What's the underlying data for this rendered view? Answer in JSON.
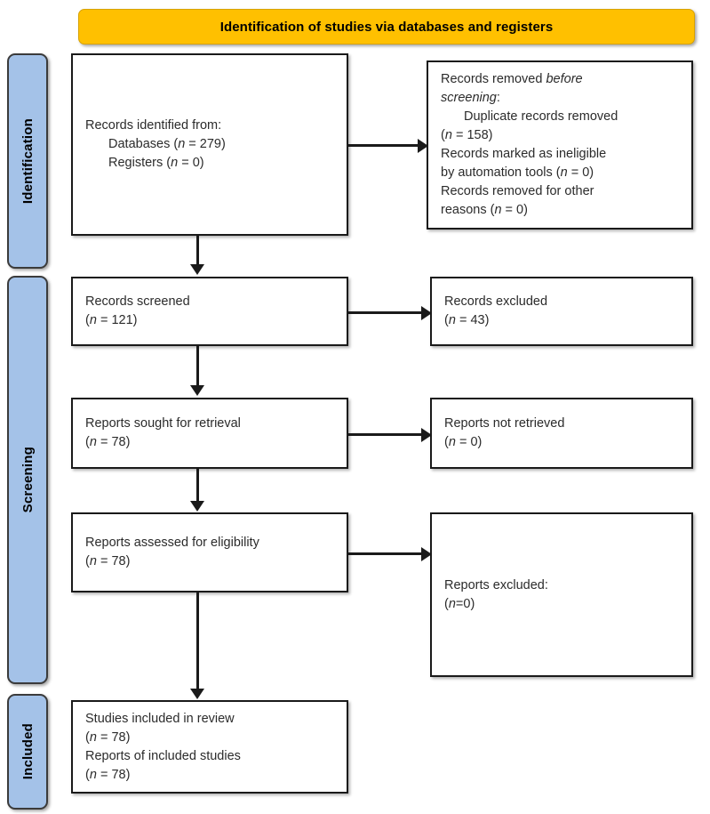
{
  "banner": {
    "title": "Identification of studies via databases and registers"
  },
  "colors": {
    "banner_fill": "#FFC000",
    "stage_fill": "#A4C2E8",
    "box_border": "#1a1a1a",
    "text": "#2b2b2b"
  },
  "stages": [
    {
      "label": "Identification"
    },
    {
      "label": "Screening"
    },
    {
      "label": "Included"
    }
  ],
  "boxes": {
    "identified": {
      "line1": "Records identified from:",
      "line2": "Databases (",
      "line2_n": "n",
      "line2_end": " = 279)",
      "line3": "Registers (",
      "line3_n": "n",
      "line3_end": " = 0)"
    },
    "removed": {
      "line1a": "Records removed ",
      "line1b": "before",
      "line2a": "screening",
      "line2b": ":",
      "line3": "Duplicate records removed",
      "line4a": "(",
      "line4b": "n",
      "line4c": " = 158)",
      "line5": "Records marked as ineligible",
      "line6a": "by automation tools (",
      "line6b": "n",
      "line6c": " = 0)",
      "line7": "Records removed for other",
      "line8a": "reasons (",
      "line8b": "n",
      "line8c": " = 0)"
    },
    "screened": {
      "line1": "Records screened",
      "line2a": "(",
      "line2b": "n",
      "line2c": " = 121)"
    },
    "records_excluded": {
      "line1": "Records excluded",
      "line2a": "(",
      "line2b": "n",
      "line2c": " = 43)"
    },
    "sought": {
      "line1": "Reports sought for retrieval",
      "line2a": "(",
      "line2b": "n",
      "line2c": " = 78)"
    },
    "not_retrieved": {
      "line1": "Reports not retrieved",
      "line2a": "(",
      "line2b": "n",
      "line2c": " = 0)"
    },
    "assessed": {
      "line1": "Reports assessed for eligibility",
      "line2a": "(",
      "line2b": "n",
      "line2c": " = 78)"
    },
    "reports_excluded": {
      "line1": "Reports excluded:",
      "line2a": "(",
      "line2b": "n",
      "line2c": "=0)"
    },
    "included": {
      "line1": "Studies included in review",
      "line2a": "(",
      "line2b": "n",
      "line2c": " = 78)",
      "line3": "Reports of included studies",
      "line4a": "(",
      "line4b": "n",
      "line4c": " = 78)"
    }
  },
  "chart_data": {
    "type": "diagram",
    "title": "Identification of studies via databases and registers",
    "stages": [
      "Identification",
      "Screening",
      "Included"
    ],
    "nodes": [
      {
        "id": "identified",
        "stage": "Identification",
        "label": "Records identified from: Databases (n = 279); Registers (n = 0)",
        "values": {
          "databases": 279,
          "registers": 0
        }
      },
      {
        "id": "removed",
        "stage": "Identification",
        "label": "Records removed before screening: Duplicate records removed (n = 158); Records marked as ineligible by automation tools (n = 0); Records removed for other reasons (n = 0)",
        "values": {
          "duplicates": 158,
          "automation_ineligible": 0,
          "other_reasons": 0
        }
      },
      {
        "id": "screened",
        "stage": "Screening",
        "label": "Records screened (n = 121)",
        "values": {
          "n": 121
        }
      },
      {
        "id": "records_excluded",
        "stage": "Screening",
        "label": "Records excluded (n = 43)",
        "values": {
          "n": 43
        }
      },
      {
        "id": "sought",
        "stage": "Screening",
        "label": "Reports sought for retrieval (n = 78)",
        "values": {
          "n": 78
        }
      },
      {
        "id": "not_retrieved",
        "stage": "Screening",
        "label": "Reports not retrieved (n = 0)",
        "values": {
          "n": 0
        }
      },
      {
        "id": "assessed",
        "stage": "Screening",
        "label": "Reports assessed for eligibility (n = 78)",
        "values": {
          "n": 78
        }
      },
      {
        "id": "reports_excluded",
        "stage": "Screening",
        "label": "Reports excluded: (n=0)",
        "values": {
          "n": 0
        }
      },
      {
        "id": "included",
        "stage": "Included",
        "label": "Studies included in review (n = 78); Reports of included studies (n = 78)",
        "values": {
          "studies": 78,
          "reports": 78
        }
      }
    ],
    "edges": [
      {
        "from": "identified",
        "to": "removed",
        "direction": "right"
      },
      {
        "from": "identified",
        "to": "screened",
        "direction": "down"
      },
      {
        "from": "screened",
        "to": "records_excluded",
        "direction": "right"
      },
      {
        "from": "screened",
        "to": "sought",
        "direction": "down"
      },
      {
        "from": "sought",
        "to": "not_retrieved",
        "direction": "right"
      },
      {
        "from": "sought",
        "to": "assessed",
        "direction": "down"
      },
      {
        "from": "assessed",
        "to": "reports_excluded",
        "direction": "right"
      },
      {
        "from": "assessed",
        "to": "included",
        "direction": "down"
      }
    ]
  }
}
